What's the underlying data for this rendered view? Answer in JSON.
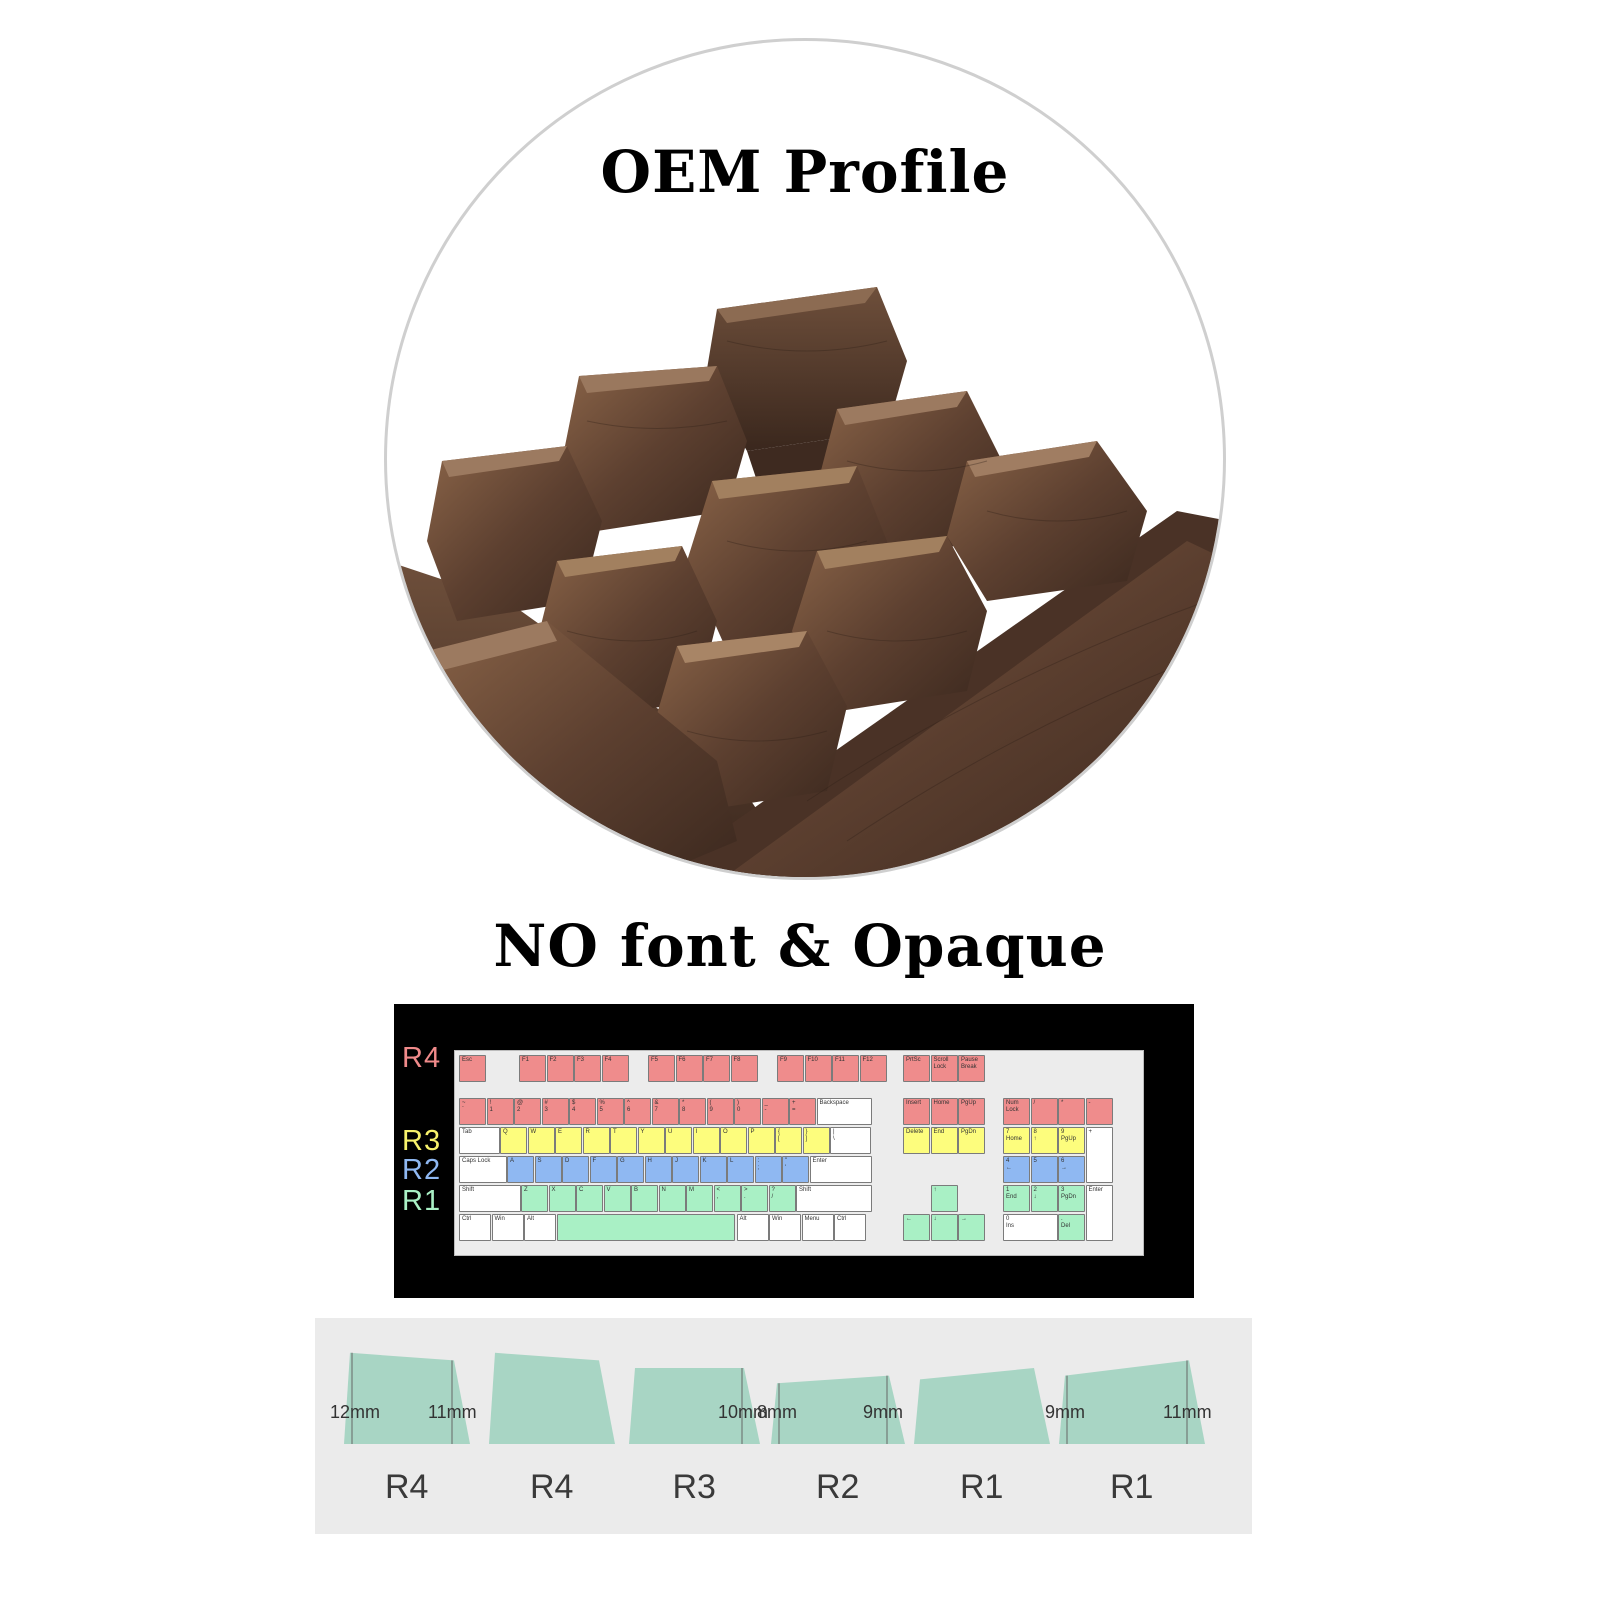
{
  "top_title": "OEM Profile",
  "mid_title": "NO font & Opaque",
  "colors": {
    "r4": "#ef8c8c",
    "r3": "#fdfd7d",
    "r2": "#8fb8f2",
    "r1": "#a9f0c5",
    "white_key": "#ffffff",
    "profile": "#a8d5c4",
    "wood_dark": "#3e2a20",
    "wood_light": "#7a5640"
  },
  "row_labels": [
    {
      "text": "R4",
      "color": "#f08a8a"
    },
    {
      "text": "R3",
      "color": "#f7f26b"
    },
    {
      "text": "R2",
      "color": "#8fb8f2"
    },
    {
      "text": "R1",
      "color": "#a9f0c5"
    }
  ],
  "keys": {
    "f_row": [
      "Esc",
      "F1",
      "F2",
      "F3",
      "F4",
      "F5",
      "F6",
      "F7",
      "F8",
      "F9",
      "F10",
      "F11",
      "F12",
      "PrtSc",
      "Scroll\nLock",
      "Pause\nBreak"
    ],
    "num_row": [
      "~\n`",
      "!\n1",
      "@\n2",
      "#\n3",
      "$\n4",
      "%\n5",
      "^\n6",
      "&\n7",
      "*\n8",
      "(\n9",
      ")\n0",
      "_\n-",
      "+\n=",
      "Backspace"
    ],
    "nav_top": [
      "Insert",
      "Home",
      "PgUp"
    ],
    "nav_mid": [
      "Delete",
      "End",
      "PgDn"
    ],
    "numpad_top": [
      "Num\nLock",
      "/",
      "*",
      "-"
    ],
    "tab_row": [
      "Tab",
      "Q",
      "W",
      "E",
      "R",
      "T",
      "Y",
      "U",
      "I",
      "O",
      "P",
      "{\n[",
      "}\n]",
      "|\n\\"
    ],
    "numpad_789": [
      "7\nHome",
      "8\n↑",
      "9\nPgUp",
      "+"
    ],
    "caps_row": [
      "Caps Lock",
      "A",
      "S",
      "D",
      "F",
      "G",
      "H",
      "J",
      "K",
      "L",
      ":\n;",
      "\"\n'",
      "Enter"
    ],
    "numpad_456": [
      "4\n←",
      "5",
      "6\n→"
    ],
    "shift_row": [
      "Shift",
      "Z",
      "X",
      "C",
      "V",
      "B",
      "N",
      "M",
      "<\n,",
      ">\n.",
      "?\n/",
      "Shift"
    ],
    "arrow_up": "↑",
    "numpad_123": [
      "1\nEnd",
      "2\n↓",
      "3\nPgDn",
      "Enter"
    ],
    "ctrl_row": [
      "Ctrl",
      "Win",
      "Alt",
      "",
      "Alt",
      "Win",
      "Menu",
      "Ctrl"
    ],
    "arrows_bottom": [
      "←",
      "↓",
      "→"
    ],
    "numpad_0": [
      "0\nIns",
      ".\nDel"
    ]
  },
  "profiles": [
    {
      "row": "R4",
      "left_height": 12,
      "right_height": 11,
      "left_label": "12mm",
      "right_label": "11mm"
    },
    {
      "row": "R4",
      "left_height": 12,
      "right_height": 11
    },
    {
      "row": "R3",
      "left_height": 10,
      "right_height": 10,
      "right_label": "10mm"
    },
    {
      "row": "R2",
      "left_height": 8,
      "right_height": 9,
      "left_label": "8mm",
      "right_label": "9mm"
    },
    {
      "row": "R1",
      "left_height": 8.5,
      "right_height": 10
    },
    {
      "row": "R1",
      "left_height": 9,
      "right_height": 11,
      "left_label": "9mm",
      "right_label": "11mm"
    }
  ]
}
